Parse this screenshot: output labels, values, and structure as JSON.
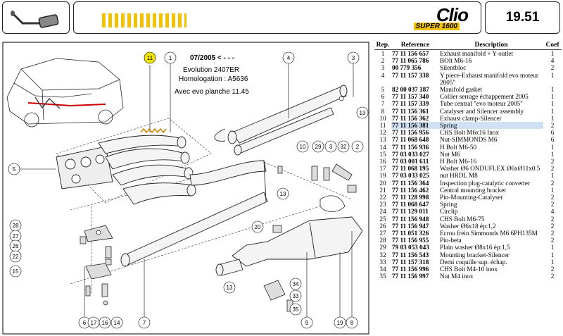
{
  "header": {
    "icon": "exhaust-silencer-icon",
    "brand": "Clio",
    "model": "SUPER 1600",
    "page_number": "19.51",
    "accent_color": "#f2c200"
  },
  "diagram": {
    "date_note": "07/2005 < - - -",
    "evolution": "Evolution 2407ER",
    "homologation": "Homologation : A5636",
    "evo_note": "Avec evo planche 11.45",
    "highlight_callout": "11",
    "highlight_color": "#f2e600"
  },
  "table": {
    "headers": {
      "rep": "Rep.",
      "reference": "Reference",
      "description": "Description",
      "coef": "Coef"
    },
    "rows": [
      {
        "rep": "1",
        "ref": "77 11 156 657",
        "desc": "Exhaust manifold + Y outlet",
        "coef": "1"
      },
      {
        "rep": "2",
        "ref": "77 11 065 786",
        "desc": "BOlt M6-16",
        "coef": "4"
      },
      {
        "rep": "3",
        "ref": "00 779 356",
        "desc": "Silentbloc",
        "coef": "2"
      },
      {
        "rep": "4",
        "ref": "77 11 157 338",
        "desc": "Y piece-Exhaust manifold evo moteur 2005\"",
        "coef": "1"
      },
      {
        "rep": "5",
        "ref": "82 00 037 187",
        "desc": "Manifold gasket",
        "coef": "1"
      },
      {
        "rep": "6",
        "ref": "77 11 157 340",
        "desc": "Collier serrage échappement 2005",
        "coef": "1"
      },
      {
        "rep": "7",
        "ref": "77 11 157 339",
        "desc": "Tube central \"evo moteur 2005\"",
        "coef": "1"
      },
      {
        "rep": "8",
        "ref": "77 11 156 361",
        "desc": "Catalyser and Silencer assembly",
        "coef": "1"
      },
      {
        "rep": "10",
        "ref": "77 11 156 362",
        "desc": "Exhaust clamp-Silencer",
        "coef": "1"
      },
      {
        "rep": "11",
        "ref": "77 11 156 381",
        "desc": "Spring",
        "coef": "2"
      },
      {
        "rep": "12",
        "ref": "77 11 156 956",
        "desc": "CHS Bolt M6x16 Inox",
        "coef": "6"
      },
      {
        "rep": "13",
        "ref": "77 11 068 648",
        "desc": "Nut-SIMMONDS M6",
        "coef": "6"
      },
      {
        "rep": "14",
        "ref": "77 11 156 936",
        "desc": "H Bolt M6-50",
        "coef": "1"
      },
      {
        "rep": "15",
        "ref": "77 03 033 027",
        "desc": "Nut M6",
        "coef": "1"
      },
      {
        "rep": "16",
        "ref": "77 03 001 611",
        "desc": "H Bolt M6-16",
        "coef": "2"
      },
      {
        "rep": "17",
        "ref": "77 11 068 195",
        "desc": "Washer Ø6 ONDUFLEX Ø6xØ11x0.5",
        "coef": "2"
      },
      {
        "rep": "19",
        "ref": "77 03 033 025",
        "desc": "nut HRDL M8",
        "coef": "1"
      },
      {
        "rep": "20",
        "ref": "77 11 156 364",
        "desc": "Inspection plug-catalytic converter",
        "coef": "2"
      },
      {
        "rep": "21",
        "ref": "77 11 156 462",
        "desc": "Central mounting bracket",
        "coef": "1"
      },
      {
        "rep": "22",
        "ref": "77 11 128 998",
        "desc": "Pin-Mounting-Catalyser",
        "coef": "2"
      },
      {
        "rep": "23",
        "ref": "77 11 068 647",
        "desc": "Spring",
        "coef": "2"
      },
      {
        "rep": "24",
        "ref": "77 11 129 011",
        "desc": "Circlip",
        "coef": "4"
      },
      {
        "rep": "25",
        "ref": "77 11 156 948",
        "desc": "CHS Bolt M6-75",
        "coef": "2"
      },
      {
        "rep": "26",
        "ref": "77 11 156 947",
        "desc": "Washer Ø6x18 ép:1,2",
        "coef": "2"
      },
      {
        "rep": "27",
        "ref": "77 11 051 326",
        "desc": "Ecrou frein Simmonds M6 6PH135M",
        "coef": "2"
      },
      {
        "rep": "28",
        "ref": "77 11 156 955",
        "desc": "Pin-beta",
        "coef": "2"
      },
      {
        "rep": "29",
        "ref": "79 03 053 043",
        "desc": "Plain washer Ø8x16 ép:1,5",
        "coef": "1"
      },
      {
        "rep": "32",
        "ref": "77 11 156 543",
        "desc": "Mounting bracket-Silencer",
        "coef": "1"
      },
      {
        "rep": "33",
        "ref": "77 11 157 318",
        "desc": "Demi coquille sup. échap.",
        "coef": "1"
      },
      {
        "rep": "34",
        "ref": "77 11 156 996",
        "desc": "CHS Bolt M4-10 inox",
        "coef": "2"
      },
      {
        "rep": "35",
        "ref": "77 11 156 997",
        "desc": "Nut M4 inox",
        "coef": "2"
      }
    ],
    "highlight_rep": "11",
    "highlight_color": "#cfe1f2"
  }
}
